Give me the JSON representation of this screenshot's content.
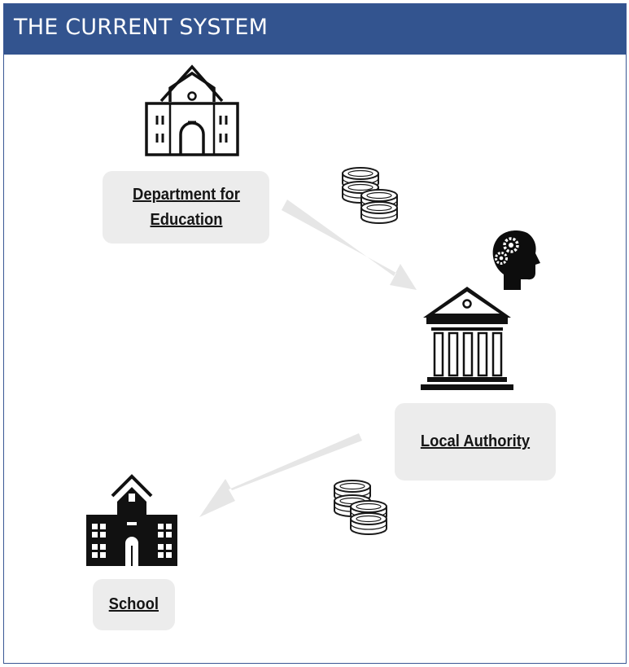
{
  "header": {
    "title": "THE CURRENT SYSTEM",
    "color": "#33548f"
  },
  "nodes": {
    "dfe": {
      "label": "Department for Education",
      "icon": "school-building-outline-icon"
    },
    "la": {
      "label": "Local Authority",
      "icon": "government-building-icon",
      "badge_icon": "head-gears-icon"
    },
    "school": {
      "label": "School",
      "icon": "school-building-solid-icon"
    }
  },
  "flows": [
    {
      "from": "dfe",
      "to": "la",
      "icon": "coins-icon"
    },
    {
      "from": "la",
      "to": "school",
      "icon": "coins-icon"
    }
  ],
  "colors": {
    "label_bg": "#ececec",
    "arrow": "#e6e6e6"
  }
}
